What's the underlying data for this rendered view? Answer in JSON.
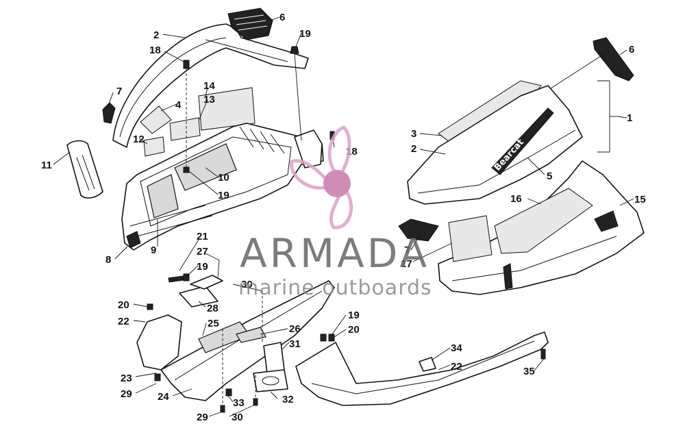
{
  "watermark": {
    "brand": "ARMADA",
    "tagline": "marine outboards",
    "colors": {
      "logo": "#d9a3c7",
      "hub": "#c77aaa",
      "text": "#666666"
    }
  },
  "decal_text": "Bearcat",
  "callouts": [
    {
      "id": "c-1",
      "text": "1"
    },
    {
      "id": "c-2a",
      "text": "2"
    },
    {
      "id": "c-2b",
      "text": "2"
    },
    {
      "id": "c-3",
      "text": "3"
    },
    {
      "id": "c-4",
      "text": "4"
    },
    {
      "id": "c-5",
      "text": "5"
    },
    {
      "id": "c-6a",
      "text": "6"
    },
    {
      "id": "c-6b",
      "text": "6"
    },
    {
      "id": "c-7a",
      "text": "7"
    },
    {
      "id": "c-7b",
      "text": "7"
    },
    {
      "id": "c-8",
      "text": "8"
    },
    {
      "id": "c-9",
      "text": "9"
    },
    {
      "id": "c-10",
      "text": "10"
    },
    {
      "id": "c-11",
      "text": "11"
    },
    {
      "id": "c-12",
      "text": "12"
    },
    {
      "id": "c-13",
      "text": "13"
    },
    {
      "id": "c-14",
      "text": "14"
    },
    {
      "id": "c-15",
      "text": "15"
    },
    {
      "id": "c-16",
      "text": "16"
    },
    {
      "id": "c-17",
      "text": "17"
    },
    {
      "id": "c-18a",
      "text": "18"
    },
    {
      "id": "c-18b",
      "text": "18"
    },
    {
      "id": "c-19a",
      "text": "19"
    },
    {
      "id": "c-19b",
      "text": "19"
    },
    {
      "id": "c-19c",
      "text": "19"
    },
    {
      "id": "c-19d",
      "text": "19"
    },
    {
      "id": "c-20a",
      "text": "20"
    },
    {
      "id": "c-20b",
      "text": "20"
    },
    {
      "id": "c-21",
      "text": "21"
    },
    {
      "id": "c-22a",
      "text": "22"
    },
    {
      "id": "c-22b",
      "text": "22"
    },
    {
      "id": "c-23",
      "text": "23"
    },
    {
      "id": "c-24",
      "text": "24"
    },
    {
      "id": "c-25",
      "text": "25"
    },
    {
      "id": "c-26",
      "text": "26"
    },
    {
      "id": "c-27",
      "text": "27"
    },
    {
      "id": "c-28",
      "text": "28"
    },
    {
      "id": "c-29a",
      "text": "29"
    },
    {
      "id": "c-29b",
      "text": "29"
    },
    {
      "id": "c-30a",
      "text": "30"
    },
    {
      "id": "c-30b",
      "text": "30"
    },
    {
      "id": "c-31",
      "text": "31"
    },
    {
      "id": "c-32",
      "text": "32"
    },
    {
      "id": "c-33",
      "text": "33"
    },
    {
      "id": "c-34",
      "text": "34"
    },
    {
      "id": "c-35",
      "text": "35"
    }
  ]
}
